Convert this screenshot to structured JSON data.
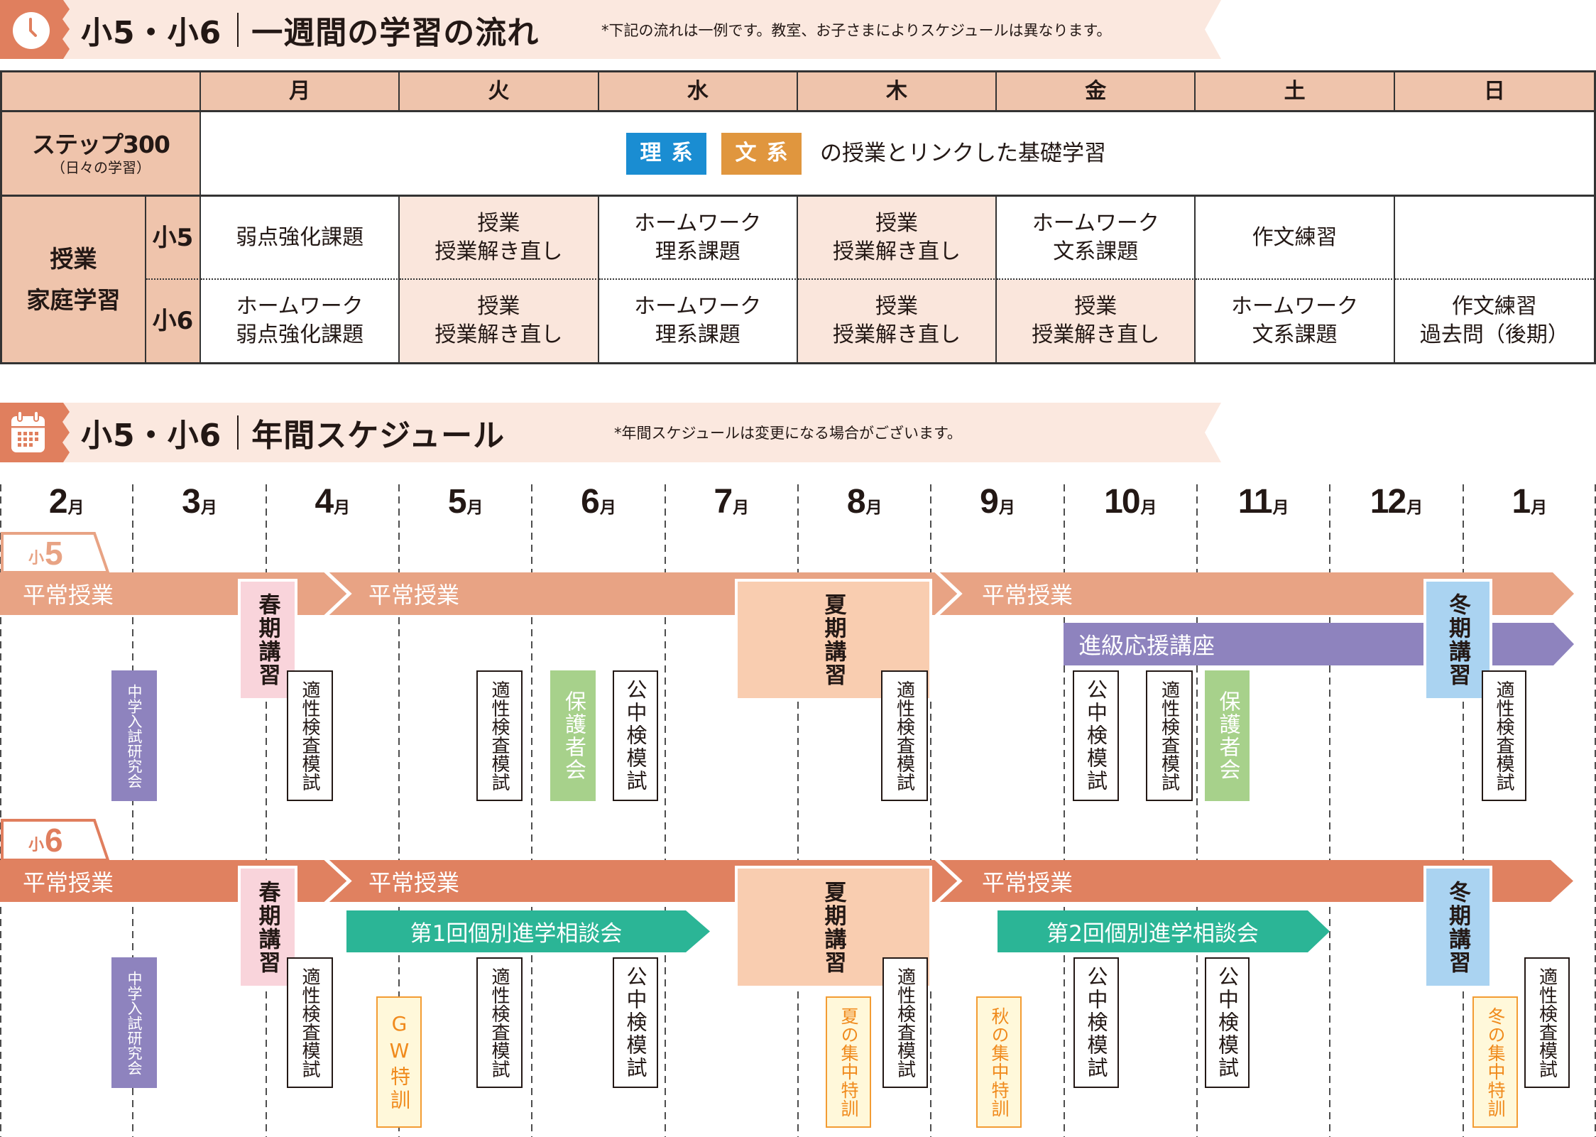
{
  "colors": {
    "banner_bg": "#FBE8DF",
    "icon_accent": "#E07F5E",
    "table_header_bg": "#EFC4AC",
    "table_highlight_bg": "#FAE6DC",
    "rikei_badge": "#1A8DD2",
    "bunkei_badge": "#E0963E",
    "grade5_bar": "#E8A384",
    "grade6_bar": "#E08160",
    "spring_course": "#F9D4DB",
    "summer_course": "#F9CDB0",
    "winter_course": "#AAD3F1",
    "support_course": "#8E83BE",
    "consultation": "#2BB596",
    "parents_meeting": "#A7D18B",
    "intensive_training": "#F39C33"
  },
  "weekly": {
    "banner": {
      "icon": "clock-icon",
      "grade": "小5・小6",
      "title": "一週間の学習の流れ",
      "note": "*下記の流れは一例です。教室、お子さまによりスケジュールは異なります。"
    },
    "table": {
      "days": [
        "月",
        "火",
        "水",
        "木",
        "金",
        "土",
        "日"
      ],
      "step": {
        "label": "ステップ300",
        "sublabel": "（日々の学習）",
        "badges": [
          {
            "label": "理系",
            "color": "#1A8DD2"
          },
          {
            "label": "文系",
            "color": "#E0963E"
          }
        ],
        "text": "の授業とリンクした基礎学習"
      },
      "homework": {
        "label_line1": "授業",
        "label_line2": "家庭学習"
      },
      "rows": [
        {
          "grade": "小5",
          "cells": [
            {
              "lines": [
                "弱点強化課題"
              ],
              "highlight": false
            },
            {
              "lines": [
                "授業",
                "授業解き直し"
              ],
              "highlight": true
            },
            {
              "lines": [
                "ホームワーク",
                "理系課題"
              ],
              "highlight": false
            },
            {
              "lines": [
                "授業",
                "授業解き直し"
              ],
              "highlight": true
            },
            {
              "lines": [
                "ホームワーク",
                "文系課題"
              ],
              "highlight": false
            },
            {
              "lines": [
                "作文練習"
              ],
              "highlight": false
            },
            {
              "lines": [],
              "highlight": false
            }
          ]
        },
        {
          "grade": "小6",
          "cells": [
            {
              "lines": [
                "ホームワーク",
                "弱点強化課題"
              ],
              "highlight": false
            },
            {
              "lines": [
                "授業",
                "授業解き直し"
              ],
              "highlight": true
            },
            {
              "lines": [
                "ホームワーク",
                "理系課題"
              ],
              "highlight": false
            },
            {
              "lines": [
                "授業",
                "授業解き直し"
              ],
              "highlight": true
            },
            {
              "lines": [
                "授業",
                "授業解き直し"
              ],
              "highlight": true
            },
            {
              "lines": [
                "ホームワーク",
                "文系課題"
              ],
              "highlight": false
            },
            {
              "lines": [
                "作文練習",
                "過去問（後期）"
              ],
              "highlight": false
            }
          ]
        }
      ]
    }
  },
  "annual": {
    "banner": {
      "icon": "calendar-icon",
      "grade": "小5・小6",
      "title": "年間スケジュール",
      "note": "*年間スケジュールは変更になる場合がございます。"
    },
    "months": [
      {
        "num": "2",
        "unit": "月"
      },
      {
        "num": "3",
        "unit": "月"
      },
      {
        "num": "4",
        "unit": "月"
      },
      {
        "num": "5",
        "unit": "月"
      },
      {
        "num": "6",
        "unit": "月"
      },
      {
        "num": "7",
        "unit": "月"
      },
      {
        "num": "8",
        "unit": "月"
      },
      {
        "num": "9",
        "unit": "月"
      },
      {
        "num": "10",
        "unit": "月"
      },
      {
        "num": "11",
        "unit": "月"
      },
      {
        "num": "12",
        "unit": "月"
      },
      {
        "num": "1",
        "unit": "月"
      }
    ],
    "grade5": {
      "tab": {
        "prefix": "小",
        "num": "5"
      },
      "regular_class": [
        "平常授業",
        "平常授業",
        "平常授業"
      ],
      "seasonal": {
        "spring": "春期講習",
        "summer": "夏期講習",
        "winter": "冬期講習"
      },
      "support_course": "進級応援講座",
      "events": [
        {
          "label": "中学入試研究会",
          "type": "seminar"
        },
        {
          "label": "適性検査模試",
          "type": "exam"
        },
        {
          "label": "適性検査模試",
          "type": "exam"
        },
        {
          "label": "保護者会",
          "type": "parents-meeting"
        },
        {
          "label": "公中検模試",
          "type": "exam"
        },
        {
          "label": "適性検査模試",
          "type": "exam"
        },
        {
          "label": "公中検模試",
          "type": "exam"
        },
        {
          "label": "適性検査模試",
          "type": "exam"
        },
        {
          "label": "保護者会",
          "type": "parents-meeting"
        },
        {
          "label": "適性検査模試",
          "type": "exam"
        }
      ]
    },
    "grade6": {
      "tab": {
        "prefix": "小",
        "num": "6"
      },
      "regular_class": [
        "平常授業",
        "平常授業",
        "平常授業"
      ],
      "seasonal": {
        "spring": "春期講習",
        "summer": "夏期講習",
        "winter": "冬期講習"
      },
      "consultations": [
        "第1回個別進学相談会",
        "第2回個別進学相談会"
      ],
      "events": [
        {
          "label": "中学入試研究会",
          "type": "seminar"
        },
        {
          "label": "適性検査模試",
          "type": "exam"
        },
        {
          "label": "GW特訓",
          "type": "intensive"
        },
        {
          "label": "適性検査模試",
          "type": "exam"
        },
        {
          "label": "公中検模試",
          "type": "exam"
        },
        {
          "label": "夏の集中特訓",
          "type": "intensive"
        },
        {
          "label": "適性検査模試",
          "type": "exam"
        },
        {
          "label": "秋の集中特訓",
          "type": "intensive"
        },
        {
          "label": "公中検模試",
          "type": "exam"
        },
        {
          "label": "公中検模試",
          "type": "exam"
        },
        {
          "label": "冬の集中特訓",
          "type": "intensive"
        },
        {
          "label": "適性検査模試",
          "type": "exam"
        }
      ]
    }
  }
}
